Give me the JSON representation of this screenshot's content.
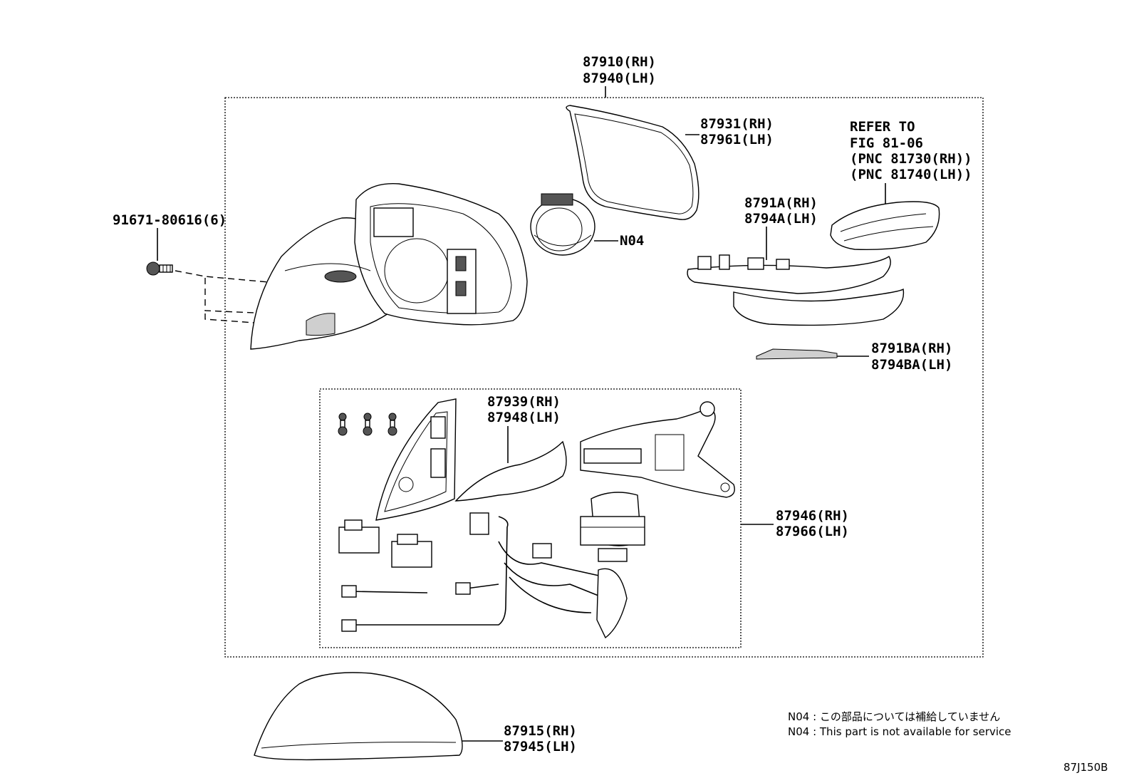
{
  "labels": {
    "mirror_assy_rh": "87910(RH)",
    "mirror_assy_lh": "87940(LH)",
    "mirror_glass_rh": "87931(RH)",
    "mirror_glass_lh": "87961(LH)",
    "refer_1": "REFER TO",
    "refer_2": "FIG 81-06",
    "refer_3": "(PNC 81730(RH))",
    "refer_4": "(PNC 81740(LH))",
    "screw": "91671-80616(6)",
    "n04": "N04",
    "cover_rh": "8791A(RH)",
    "cover_lh": "8794A(LH)",
    "sub_cover_rh": "8791BA(RH)",
    "sub_cover_lh": "8794BA(LH)",
    "bracket_rh": "87939(RH)",
    "bracket_lh": "87948(LH)",
    "motor_rh": "87946(RH)",
    "motor_lh": "87966(LH)",
    "outer_cover_rh": "87915(RH)",
    "outer_cover_lh": "87945(LH)"
  },
  "notes": {
    "jp": "N04 :  この部品については補給していません",
    "en": "N04 :  This part is not available for service"
  },
  "figure_code": "87J150B"
}
